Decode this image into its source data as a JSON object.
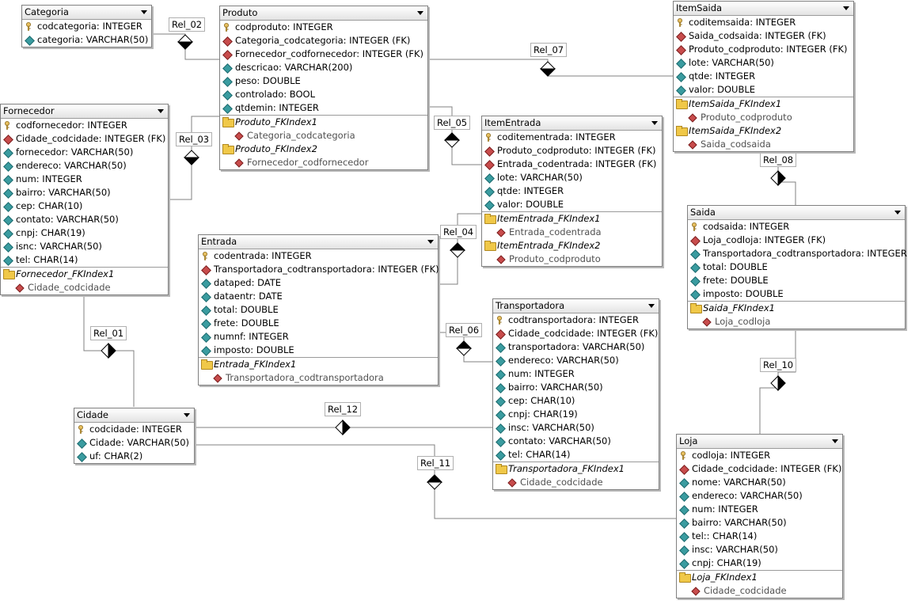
{
  "tables": {
    "categoria": {
      "name": "Categoria",
      "rows": [
        {
          "text": "codcategoria: INTEGER",
          "kind": "pk"
        },
        {
          "text": "categoria: VARCHAR(50)",
          "kind": "reg"
        }
      ]
    },
    "produto": {
      "name": "Produto",
      "rows": [
        {
          "text": "codproduto: INTEGER",
          "kind": "pk"
        },
        {
          "text": "Categoria_codcategoria: INTEGER (FK)",
          "kind": "fk"
        },
        {
          "text": "Fornecedor_codfornecedor: INTEGER (FK)",
          "kind": "fk"
        },
        {
          "text": "descricao: VARCHAR(200)",
          "kind": "reg"
        },
        {
          "text": "peso: DOUBLE",
          "kind": "reg"
        },
        {
          "text": "controlado: BOOL",
          "kind": "reg"
        },
        {
          "text": "qtdemin: INTEGER",
          "kind": "reg"
        }
      ],
      "indexes": [
        {
          "name": "Produto_FKIndex1",
          "column": "Categoria_codcategoria"
        },
        {
          "name": "Produto_FKIndex2",
          "column": "Fornecedor_codfornecedor"
        }
      ]
    },
    "itemsaida": {
      "name": "ItemSaida",
      "rows": [
        {
          "text": "coditemsaida: INTEGER",
          "kind": "pk"
        },
        {
          "text": "Saida_codsaida: INTEGER (FK)",
          "kind": "fk"
        },
        {
          "text": "Produto_codproduto: INTEGER (FK)",
          "kind": "fk"
        },
        {
          "text": "lote: VARCHAR(50)",
          "kind": "reg"
        },
        {
          "text": "qtde: INTEGER",
          "kind": "reg"
        },
        {
          "text": "valor: DOUBLE",
          "kind": "reg"
        }
      ],
      "indexes": [
        {
          "name": "ItemSaida_FKIndex1",
          "column": "Produto_codproduto"
        },
        {
          "name": "ItemSaida_FKIndex2",
          "column": "Saida_codsaida"
        }
      ]
    },
    "fornecedor": {
      "name": "Fornecedor",
      "rows": [
        {
          "text": "codfornecedor: INTEGER",
          "kind": "pk"
        },
        {
          "text": "Cidade_codcidade: INTEGER (FK)",
          "kind": "fk"
        },
        {
          "text": "fornecedor: VARCHAR(50)",
          "kind": "reg"
        },
        {
          "text": "endereco: VARCHAR(50)",
          "kind": "reg"
        },
        {
          "text": "num: INTEGER",
          "kind": "reg"
        },
        {
          "text": "bairro: VARCHAR(50)",
          "kind": "reg"
        },
        {
          "text": "cep: CHAR(10)",
          "kind": "reg"
        },
        {
          "text": "contato: VARCHAR(50)",
          "kind": "reg"
        },
        {
          "text": "cnpj: CHAR(19)",
          "kind": "reg"
        },
        {
          "text": "isnc: VARCHAR(50)",
          "kind": "reg"
        },
        {
          "text": "tel: CHAR(14)",
          "kind": "reg"
        }
      ],
      "indexes": [
        {
          "name": "Fornecedor_FKIndex1",
          "column": "Cidade_codcidade"
        }
      ]
    },
    "itementrada": {
      "name": "ItemEntrada",
      "rows": [
        {
          "text": "coditementrada: INTEGER",
          "kind": "pk"
        },
        {
          "text": "Produto_codproduto: INTEGER (FK)",
          "kind": "fk"
        },
        {
          "text": "Entrada_codentrada: INTEGER (FK)",
          "kind": "fk"
        },
        {
          "text": "lote: VARCHAR(50)",
          "kind": "reg"
        },
        {
          "text": "qtde: INTEGER",
          "kind": "reg"
        },
        {
          "text": "valor: DOUBLE",
          "kind": "reg"
        }
      ],
      "indexes": [
        {
          "name": "ItemEntrada_FKIndex1",
          "column": "Entrada_codentrada"
        },
        {
          "name": "ItemEntrada_FKIndex2",
          "column": "Produto_codproduto"
        }
      ]
    },
    "saida": {
      "name": "Saida",
      "rows": [
        {
          "text": "codsaida: INTEGER",
          "kind": "pk"
        },
        {
          "text": "Loja_codloja: INTEGER (FK)",
          "kind": "fk"
        },
        {
          "text": "Transportadora_codtransportadora: INTEGER",
          "kind": "reg"
        },
        {
          "text": "total: DOUBLE",
          "kind": "reg"
        },
        {
          "text": "frete: DOUBLE",
          "kind": "reg"
        },
        {
          "text": "imposto: DOUBLE",
          "kind": "reg"
        }
      ],
      "indexes": [
        {
          "name": "Saida_FKIndex1",
          "column": "Loja_codloja"
        }
      ]
    },
    "entrada": {
      "name": "Entrada",
      "rows": [
        {
          "text": "codentrada: INTEGER",
          "kind": "pk"
        },
        {
          "text": "Transportadora_codtransportadora: INTEGER (FK)",
          "kind": "fk"
        },
        {
          "text": "dataped: DATE",
          "kind": "reg"
        },
        {
          "text": "dataentr: DATE",
          "kind": "reg"
        },
        {
          "text": "total: DOUBLE",
          "kind": "reg"
        },
        {
          "text": "frete: DOUBLE",
          "kind": "reg"
        },
        {
          "text": "numnf: INTEGER",
          "kind": "reg"
        },
        {
          "text": "imposto: DOUBLE",
          "kind": "reg"
        }
      ],
      "indexes": [
        {
          "name": "Entrada_FKIndex1",
          "column": "Transportadora_codtransportadora"
        }
      ]
    },
    "transportadora": {
      "name": "Transportadora",
      "rows": [
        {
          "text": "codtransportadora: INTEGER",
          "kind": "pk"
        },
        {
          "text": "Cidade_codcidade: INTEGER (FK)",
          "kind": "fk"
        },
        {
          "text": "transportadora: VARCHAR(50)",
          "kind": "reg"
        },
        {
          "text": "endereco: VARCHAR(50)",
          "kind": "reg"
        },
        {
          "text": "num: INTEGER",
          "kind": "reg"
        },
        {
          "text": "bairro: VARCHAR(50)",
          "kind": "reg"
        },
        {
          "text": "cep: CHAR(10)",
          "kind": "reg"
        },
        {
          "text": "cnpj: CHAR(19)",
          "kind": "reg"
        },
        {
          "text": "insc: VARCHAR(50)",
          "kind": "reg"
        },
        {
          "text": "contato: VARCHAR(50)",
          "kind": "reg"
        },
        {
          "text": "tel: CHAR(14)",
          "kind": "reg"
        }
      ],
      "indexes": [
        {
          "name": "Transportadora_FKIndex1",
          "column": "Cidade_codcidade"
        }
      ]
    },
    "cidade": {
      "name": "Cidade",
      "rows": [
        {
          "text": "codcidade: INTEGER",
          "kind": "pk"
        },
        {
          "text": "Cidade: VARCHAR(50)",
          "kind": "reg"
        },
        {
          "text": "uf: CHAR(2)",
          "kind": "reg"
        }
      ]
    },
    "loja": {
      "name": "Loja",
      "rows": [
        {
          "text": "codloja: INTEGER",
          "kind": "pk"
        },
        {
          "text": "Cidade_codcidade: INTEGER (FK)",
          "kind": "fk"
        },
        {
          "text": "nome: VARCHAR(50)",
          "kind": "reg"
        },
        {
          "text": "endereco: VARCHAR(50)",
          "kind": "reg"
        },
        {
          "text": "num: INTEGER",
          "kind": "reg"
        },
        {
          "text": "bairro: VARCHAR(50)",
          "kind": "reg"
        },
        {
          "text": "tel:: CHAR(14)",
          "kind": "reg"
        },
        {
          "text": "insc: VARCHAR(50)",
          "kind": "reg"
        },
        {
          "text": "cnpj: CHAR(19)",
          "kind": "reg"
        }
      ],
      "indexes": [
        {
          "name": "Loja_FKIndex1",
          "column": "Cidade_codcidade"
        }
      ]
    }
  },
  "relations": {
    "rel_01": "Rel_01",
    "rel_02": "Rel_02",
    "rel_03": "Rel_03",
    "rel_04": "Rel_04",
    "rel_05": "Rel_05",
    "rel_06": "Rel_06",
    "rel_07": "Rel_07",
    "rel_08": "Rel_08",
    "rel_10": "Rel_10",
    "rel_11": "Rel_11",
    "rel_12": "Rel_12"
  },
  "colors": {
    "line": "#808080",
    "pk_key": "#c8a040",
    "fk_diamond": "#c84c4c",
    "column_diamond": "#3a9ca0",
    "index_folder": "#f0c848"
  }
}
